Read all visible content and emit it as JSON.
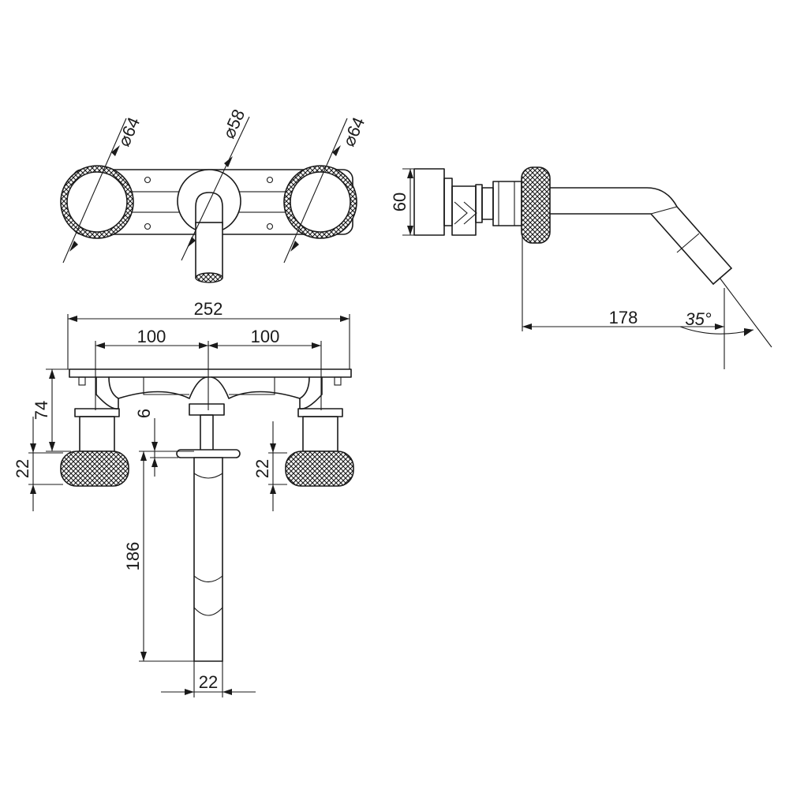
{
  "dimensions": {
    "dia_left": "⌀64",
    "dia_center": "⌀58",
    "dia_right": "⌀64",
    "height_60": "60",
    "projection_178": "178",
    "angle_35": "35°",
    "width_252": "252",
    "spacing_left_100": "100",
    "spacing_right_100": "100",
    "height_74": "74",
    "gap_6": "6",
    "knob_22_left": "22",
    "knob_22_right": "22",
    "spout_186": "186",
    "spout_width_22": "22"
  },
  "colors": {
    "line": "#1a1a1a",
    "background": "#ffffff"
  }
}
